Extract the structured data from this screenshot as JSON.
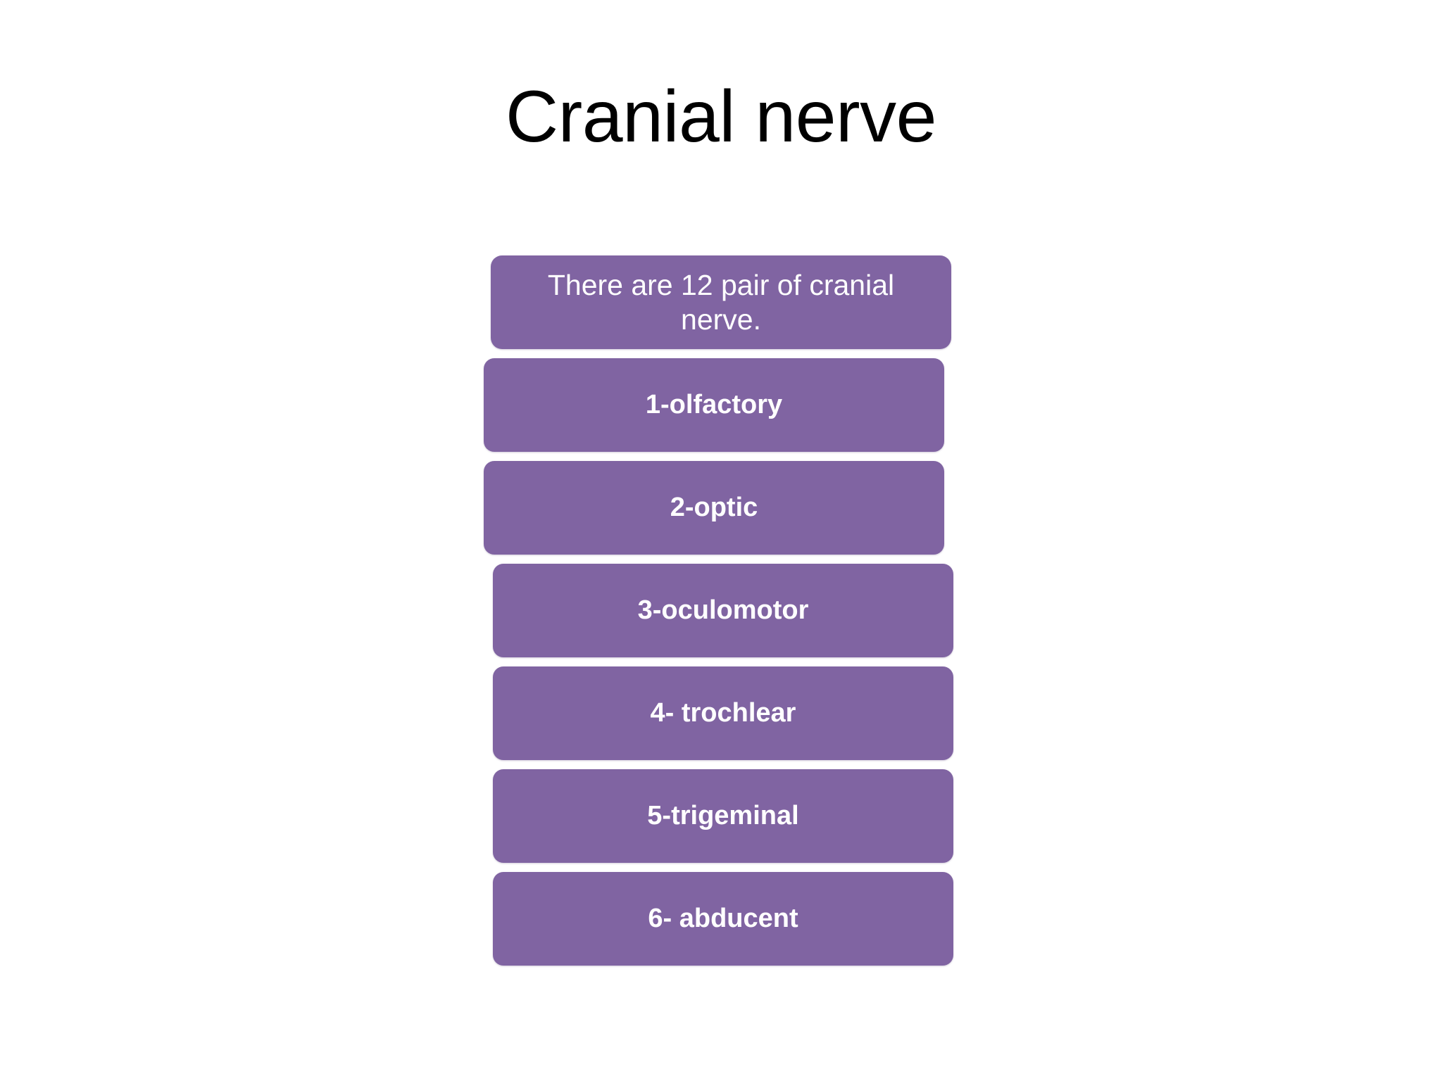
{
  "slide": {
    "title": "Cranial nerve",
    "background_color": "#FFFFFF",
    "accent_color": "#8064A2",
    "text_on_accent_color": "#FFFFFF",
    "title_color": "#000000"
  },
  "stack": {
    "intro": {
      "text": "There are 12 pair of cranial nerve.",
      "weight": "regular"
    },
    "items": [
      {
        "label": "1-olfactory"
      },
      {
        "label": "2-optic"
      },
      {
        "label": "3-oculomotor"
      },
      {
        "label": "4- trochlear"
      },
      {
        "label": "5-trigeminal"
      },
      {
        "label": "6- abducent"
      }
    ]
  }
}
